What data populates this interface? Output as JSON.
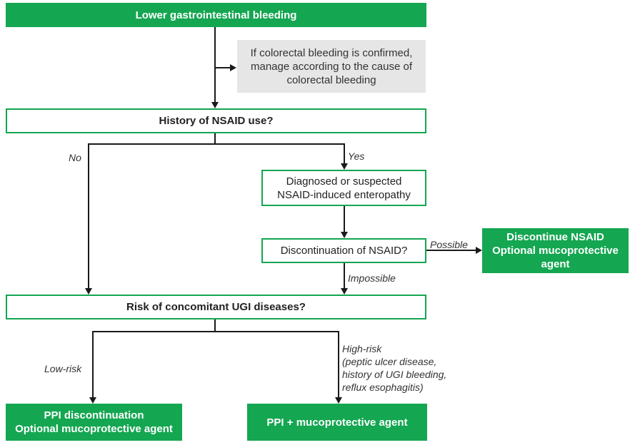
{
  "nodes": {
    "lgib": "Lower gastrointestinal bleeding",
    "colorectal_note": [
      "If colorectal bleeding is confirmed,",
      "manage according to the cause of",
      "colorectal bleeding"
    ],
    "nsaid_history": "History of NSAID use?",
    "enteropathy": [
      "Diagnosed or suspected",
      "NSAID-induced enteropathy"
    ],
    "discontinuation_q": "Discontinuation of NSAID?",
    "discontinue_result": [
      "Discontinue NSAID",
      "Optional mucoprotective",
      "agent"
    ],
    "ugi_risk": "Risk of concomitant UGI diseases?",
    "ppi_discontinuation": [
      "PPI discontinuation",
      "Optional mucoprotective agent"
    ],
    "ppi_mucoprotective": "PPI + mucoprotective agent"
  },
  "edge_labels": {
    "no": "No",
    "yes": "Yes",
    "possible": "Possible",
    "impossible": "Impossible",
    "low_risk": "Low-risk",
    "high_risk": [
      "High-risk",
      "(peptic ulcer disease,",
      "history of UGI bleeding,",
      "reflux esophagitis)"
    ]
  },
  "colors": {
    "green": "#14a651",
    "gray_note": "#e6e6e6",
    "line": "#1a1a1a"
  }
}
